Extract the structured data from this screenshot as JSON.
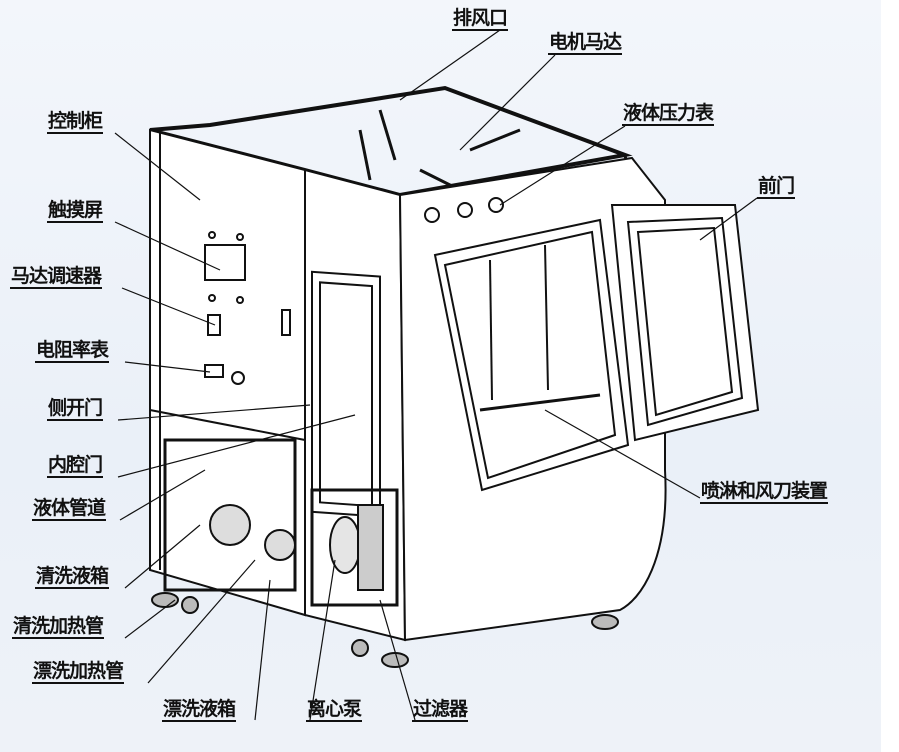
{
  "diagram": {
    "labels": {
      "exhaust_port": "排风口",
      "motor": "电机马达",
      "liquid_pressure_gauge": "液体压力表",
      "front_door": "前门",
      "control_cabinet": "控制柜",
      "touch_screen": "触摸屏",
      "motor_speed_controller": "马达调速器",
      "resistivity_meter": "电阻率表",
      "side_door": "侧开门",
      "inner_chamber_door": "内腔门",
      "liquid_pipeline": "液体管道",
      "cleaning_tank": "清洗液箱",
      "spray_air_knife": "喷淋和风刀装置",
      "cleaning_heater": "清洗加热管",
      "rinse_heater": "漂洗加热管",
      "rinse_tank": "漂洗液箱",
      "centrifugal_pump": "离心泵",
      "filter": "过滤器"
    }
  }
}
